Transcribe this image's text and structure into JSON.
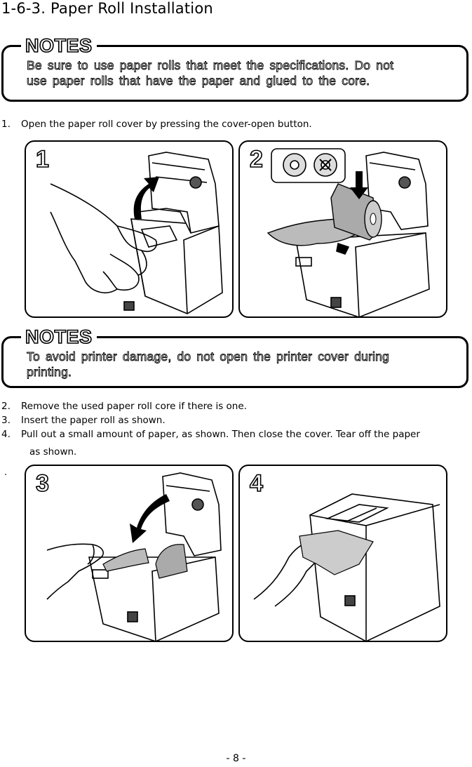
{
  "heading": "1-6-3. Paper Roll Installation",
  "notes1": {
    "title": "NOTES",
    "line1": "Be sure to use paper rolls that meet the specifications. Do not",
    "line2": "use paper rolls that have the paper and glued to the core."
  },
  "step1": {
    "num": "1.",
    "text": "Open the paper roll cover by pressing the cover-open button."
  },
  "panels_top": [
    {
      "label": "1"
    },
    {
      "label": "2"
    }
  ],
  "notes2": {
    "title": "NOTES",
    "line1": "To avoid printer damage, do not open the printer cover during",
    "line2": "printing."
  },
  "step2": {
    "num": "2.",
    "text": "Remove the used paper roll core if there is one."
  },
  "step3": {
    "num": "3.",
    "text": "Insert the paper roll as shown."
  },
  "step4": {
    "num": "4.",
    "text": "Pull out a small amount of paper, as shown. Then close the cover. Tear off the paper",
    "cont": "as shown."
  },
  "stray_dot": ".",
  "panels_bottom": [
    {
      "label": "3"
    },
    {
      "label": "4"
    }
  ],
  "page_number": "- 8 -"
}
